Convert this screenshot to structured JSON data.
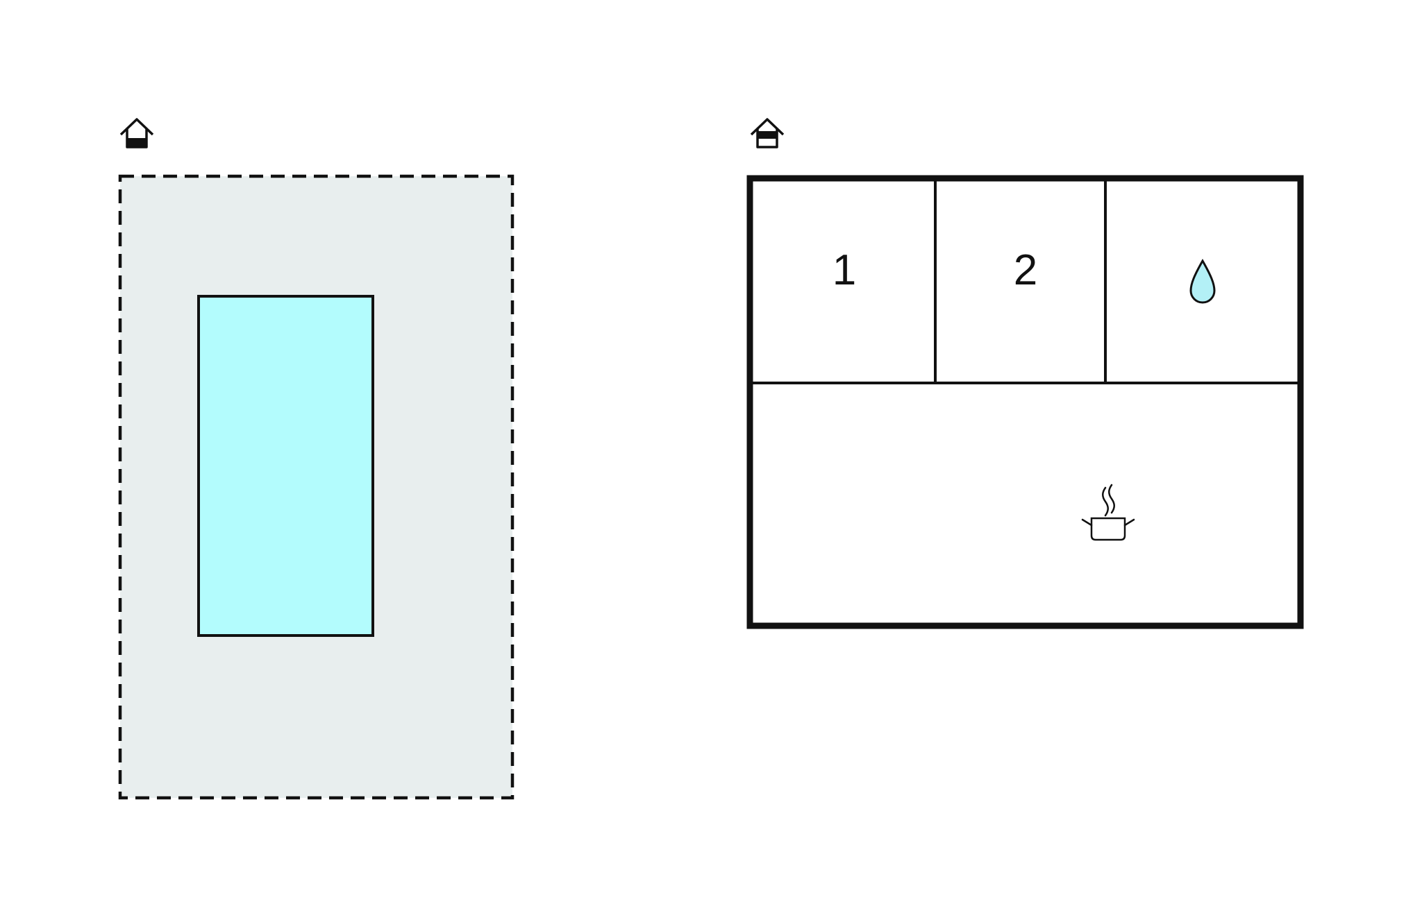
{
  "colors": {
    "outdoor_area_fill": "#e8eeee",
    "pool_fill": "#b3fcfd",
    "water_drop_fill": "#b3f0f6",
    "line": "#111111",
    "background": "#ffffff"
  },
  "site_plan": {
    "level_icon": "ground-floor-house-icon",
    "outdoor_area": "dashed-outline",
    "pool": "rectangle"
  },
  "floor_plan": {
    "level_icon": "ground-floor-house-icon",
    "rooms": [
      {
        "label": "1",
        "type": "bedroom"
      },
      {
        "label": "2",
        "type": "bedroom"
      },
      {
        "label": "",
        "icon": "water-drop-icon",
        "type": "bathroom"
      },
      {
        "label": "",
        "icon": "steaming-pot-icon",
        "type": "kitchen-living"
      }
    ]
  }
}
